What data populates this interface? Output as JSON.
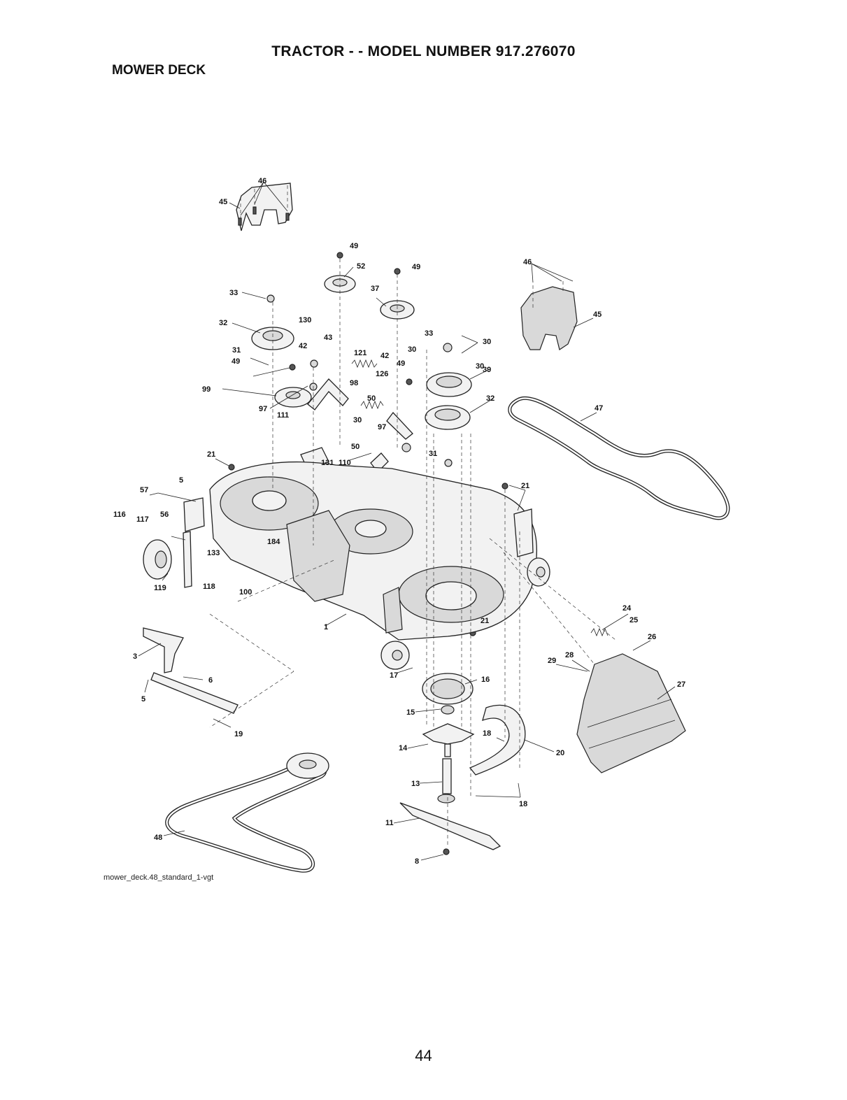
{
  "header": {
    "title": "TRACTOR - - MODEL NUMBER 917.276070",
    "section": "MOWER DECK"
  },
  "caption": "mower_deck.48_standard_1-vgt",
  "page_number": "44",
  "callouts": [
    "46",
    "45",
    "49",
    "52",
    "49",
    "37",
    "33",
    "32",
    "130",
    "43",
    "42",
    "31",
    "49",
    "99",
    "121",
    "42",
    "126",
    "49",
    "98",
    "30",
    "33",
    "30",
    "30",
    "39",
    "32",
    "46",
    "45",
    "47",
    "97",
    "111",
    "50",
    "30",
    "97",
    "50",
    "131",
    "110",
    "31",
    "21",
    "21",
    "5",
    "57",
    "116",
    "117",
    "56",
    "184",
    "133",
    "119",
    "118",
    "100",
    "1",
    "21",
    "24",
    "25",
    "26",
    "28",
    "29",
    "27",
    "3",
    "6",
    "5",
    "17",
    "16",
    "15",
    "19",
    "18",
    "20",
    "14",
    "13",
    "18",
    "11",
    "8",
    "48"
  ]
}
